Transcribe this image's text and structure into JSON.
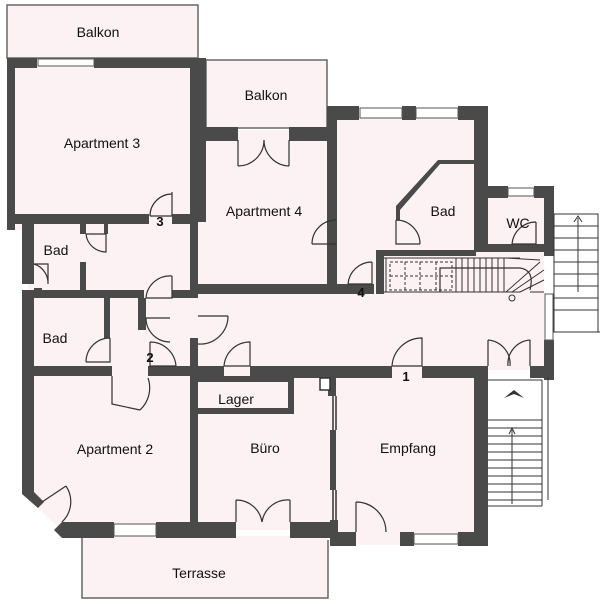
{
  "rooms": {
    "balkon_top": "Balkon",
    "apartment_3": "Apartment 3",
    "balkon_mid": "Balkon",
    "apartment_4": "Apartment 4",
    "bad_right": "Bad",
    "wc": "WC",
    "bad_upper_left": "Bad",
    "bad_lower_left": "Bad",
    "lager": "Lager",
    "apartment_2": "Apartment 2",
    "buero": "Büro",
    "empfang": "Empfang",
    "terrasse": "Terrasse"
  },
  "markers": {
    "m1": "1",
    "m2": "2",
    "m3": "3",
    "m4": "4"
  },
  "colors": {
    "wall": "#4a4a4a",
    "floor": "#fcf1f3",
    "outline": "#666666"
  }
}
